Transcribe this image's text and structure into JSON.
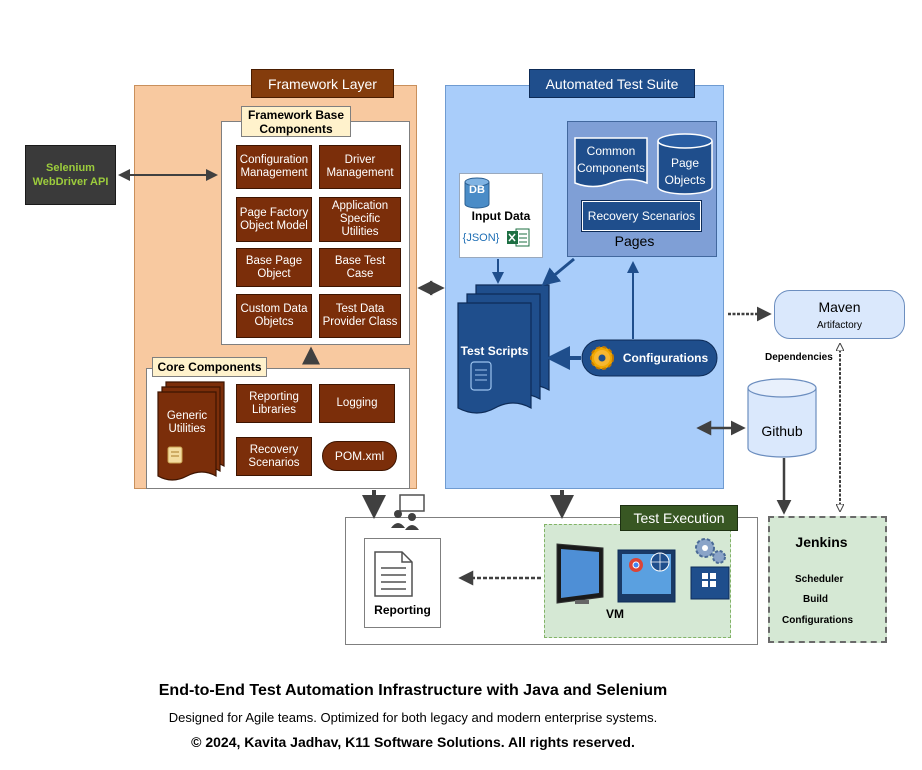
{
  "framework": {
    "title": "Framework Layer",
    "base_title": "Framework Base Components",
    "components": [
      "Configuration Management",
      "Driver Management",
      "Page Factory Object Model",
      "Application Specific Utilities",
      "Base Page Object",
      "Base Test Case",
      "Custom Data Objetcs",
      "Test Data Provider Class"
    ],
    "core_title": "Core Components",
    "generic_utilities": "Generic Utilities",
    "reporting_libraries": "Reporting Libraries",
    "logging": "Logging",
    "recovery_scenarios": "Recovery Scenarios",
    "pom": "POM.xml"
  },
  "selenium": {
    "label": "Selenium WebDriver API"
  },
  "suite": {
    "title": "Automated Test Suite",
    "input_data": "Input Data",
    "db": "DB",
    "json": "{JSON}",
    "common_components": "Common Components",
    "page_objects": "Page Objects",
    "recovery_scenarios": "Recovery Scenarios",
    "pages": "Pages",
    "test_scripts": "Test Scripts",
    "configurations": "Configurations"
  },
  "maven": {
    "title": "Maven",
    "subtitle": "Artifactory",
    "dependencies": "Dependencies"
  },
  "github": {
    "label": "Github"
  },
  "jenkins": {
    "title": "Jenkins",
    "items": [
      "Scheduler",
      "Build",
      "Configurations"
    ]
  },
  "execution": {
    "title": "Test Execution",
    "vm": "VM",
    "reporting": "Reporting"
  },
  "footer": {
    "title": "End-to-End Test Automation Infrastructure with Java and Selenium",
    "subtitle": "Designed for Agile teams. Optimized for both legacy and modern enterprise systems.",
    "copyright": "© 2024, Kavita Jadhav, K11 Software Solutions. All rights reserved."
  },
  "colors": {
    "framework_bg": "#f8c9a0",
    "component_brown": "#7b2e0a",
    "suite_bg": "#a9cdfa",
    "suite_dark": "#1f4e8c",
    "execution_green": "#d5e8d4",
    "execution_tag": "#385723",
    "selenium_bg": "#3a3a3a",
    "selenium_text": "#9ccc3c"
  }
}
